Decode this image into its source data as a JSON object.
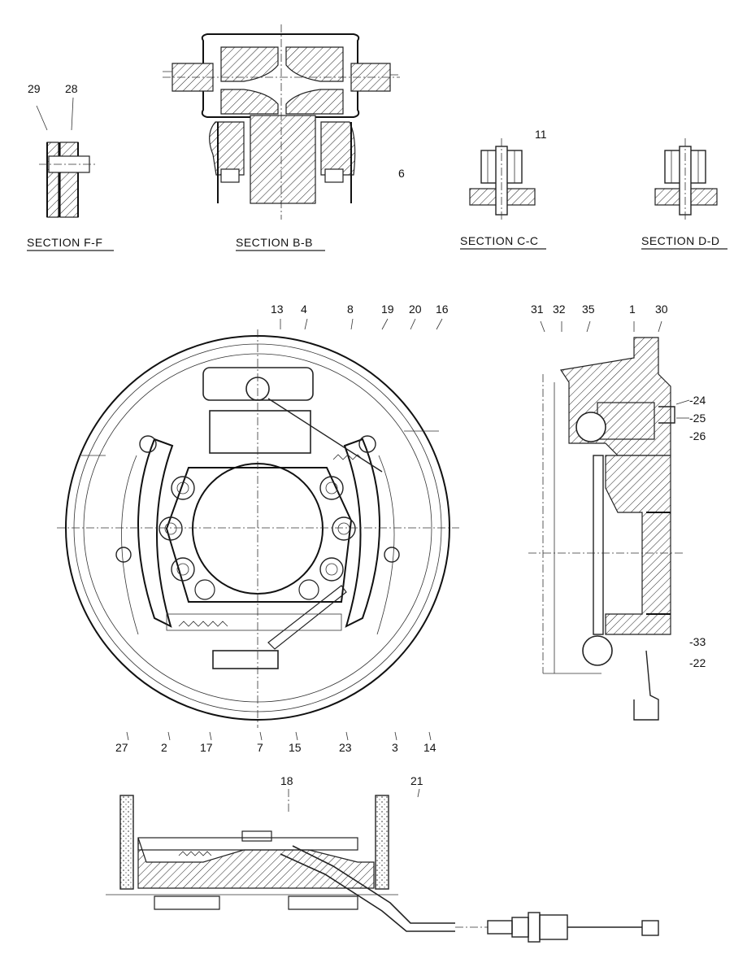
{
  "sections": {
    "f": "SECTION F-F",
    "b": "SECTION B-B",
    "c": "SECTION C-C",
    "d": "SECTION D-D"
  },
  "labels": {
    "n29": "29",
    "n28": "28",
    "n11": "11",
    "n6": "6",
    "n13": "13",
    "n4": "4",
    "n8": "8",
    "n19": "19",
    "n20": "20",
    "n16": "16",
    "n31": "31",
    "n32": "32",
    "n35": "35",
    "n1": "1",
    "n30": "30",
    "n24": "-24",
    "n25": "-25",
    "n26": "-26",
    "n33": "-33",
    "n22": "-22",
    "n27": "27",
    "n2": "2",
    "n17": "17",
    "n7": "7",
    "n15": "15",
    "n23": "23",
    "n3": "3",
    "n14": "14",
    "n18": "18",
    "n21": "21"
  }
}
